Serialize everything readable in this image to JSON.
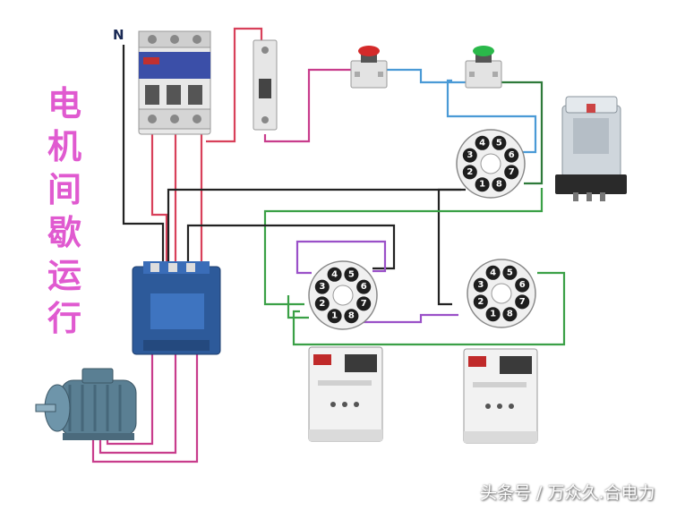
{
  "title_chars": [
    "电",
    "机",
    "间",
    "歇",
    "运",
    "行"
  ],
  "neutral_label": "N",
  "watermark": "头条号 / 万众久.合电力",
  "socket_numbers": [
    "1",
    "2",
    "3",
    "4",
    "5",
    "6",
    "7",
    "8"
  ],
  "wire_colors": {
    "red": "#d8405a",
    "magenta": "#c83c8c",
    "black": "#222222",
    "green": "#3aa046",
    "blue": "#4a9ad6",
    "purple": "#9a50c8",
    "dark_green": "#2e7a3a"
  },
  "components": [
    "three-pole-breaker",
    "single-pole-breaker",
    "stop-button-red",
    "start-button-green",
    "intermediate-relay",
    "relay-socket",
    "timer-socket-left",
    "timer-socket-right",
    "time-relay-left",
    "time-relay-right",
    "contactor",
    "motor"
  ]
}
